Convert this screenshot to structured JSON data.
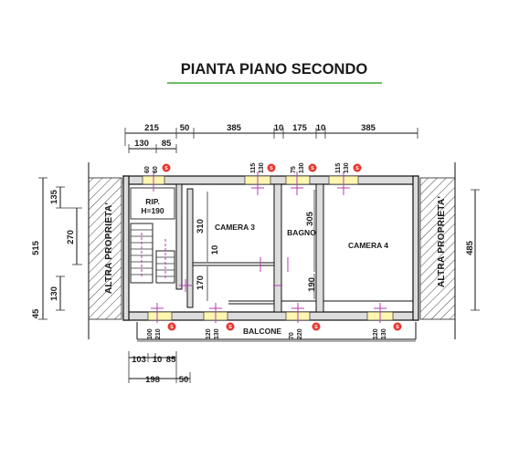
{
  "title": "PIANTA PIANO SECONDO",
  "colors": {
    "title_underline": "#3aa832",
    "window_marker": "#e8362f",
    "door_cross": "#b43cb4",
    "window_fill": "#fff7b0"
  },
  "top_dims_outer": [
    "215",
    "50",
    "385",
    "10",
    "175",
    "10",
    "385"
  ],
  "top_dims_inner": [
    "130",
    "85"
  ],
  "left_dims": [
    "515",
    "270",
    "135",
    "130",
    "45"
  ],
  "right_dims": [
    "485"
  ],
  "bottom_dims_upper": [
    "103",
    "10",
    "85"
  ],
  "bottom_dims_lower": [
    "198",
    "50"
  ],
  "rooms": {
    "rip_line1": "RIP.",
    "rip_line2": "H=190",
    "camera3": "CAMERA 3",
    "bagno": "BAGNO",
    "camera4": "CAMERA 4",
    "balcone": "BALCONE"
  },
  "altra_proprieta": "ALTRA PROPRIETA'",
  "interior_dims": {
    "d310": "310",
    "d10": "10",
    "d170": "170",
    "d305": "305",
    "d190": "190"
  },
  "window_labels_top": [
    {
      "a": "60",
      "b": "60"
    },
    {
      "a": "115",
      "b": "130"
    },
    {
      "a": "75",
      "b": "130"
    },
    {
      "a": "115",
      "b": "130"
    }
  ],
  "window_labels_bottom": [
    {
      "a": "100",
      "b": "210"
    },
    {
      "a": "120",
      "b": "130"
    },
    {
      "a": "70",
      "b": "220"
    },
    {
      "a": "120",
      "b": "130"
    }
  ],
  "marker_symbol": "S"
}
